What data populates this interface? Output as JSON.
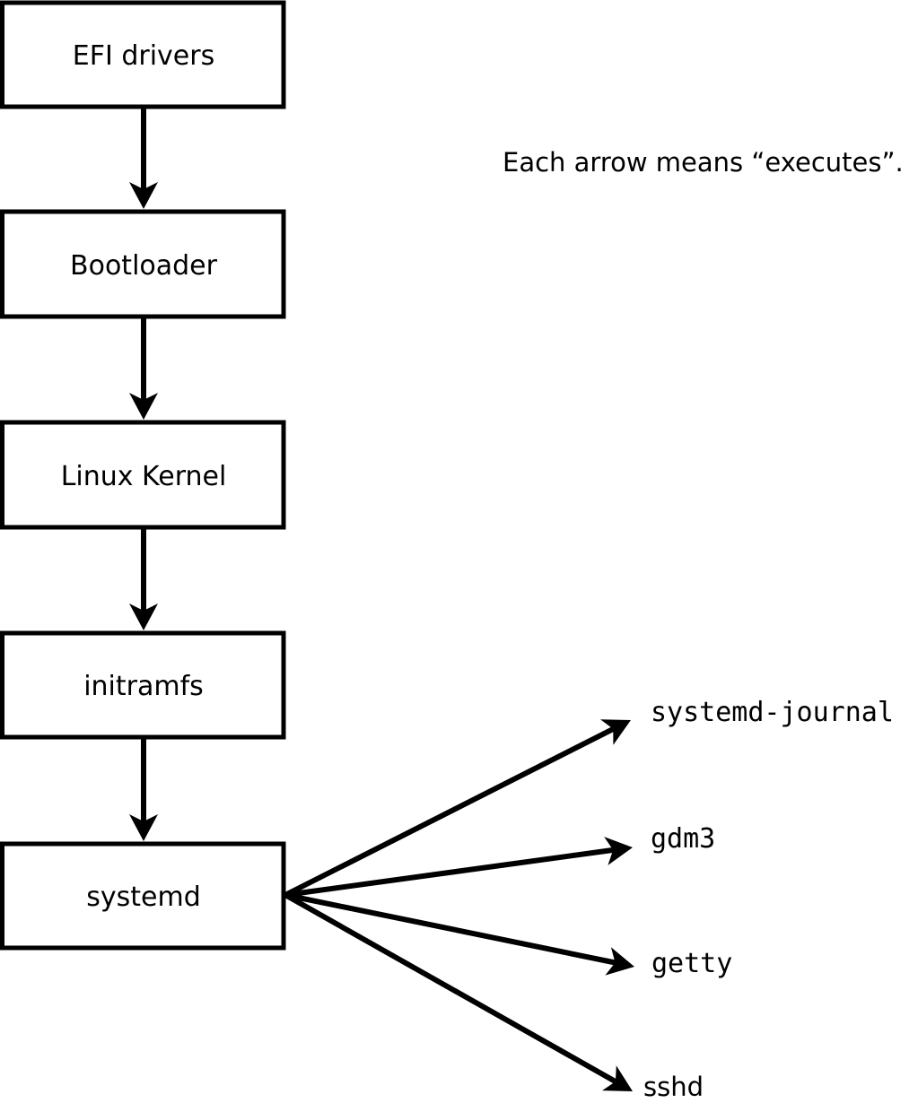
{
  "note": "Each arrow means “executes”.",
  "arrow_meaning": "executes",
  "chain": [
    "EFI drivers",
    "Bootloader",
    "Linux Kernel",
    "initramfs",
    "systemd"
  ],
  "services": [
    "systemd-journal",
    "gdm3",
    "getty",
    "sshd"
  ],
  "edges": [
    {
      "from": "EFI drivers",
      "to": "Bootloader"
    },
    {
      "from": "Bootloader",
      "to": "Linux Kernel"
    },
    {
      "from": "Linux Kernel",
      "to": "initramfs"
    },
    {
      "from": "initramfs",
      "to": "systemd"
    },
    {
      "from": "systemd",
      "to": "systemd-journal"
    },
    {
      "from": "systemd",
      "to": "gdm3"
    },
    {
      "from": "systemd",
      "to": "getty"
    },
    {
      "from": "systemd",
      "to": "sshd"
    }
  ],
  "colors": {
    "background": "#ffffff",
    "stroke": "#000000",
    "box_fill": "#ffffff",
    "text": "#000000"
  }
}
